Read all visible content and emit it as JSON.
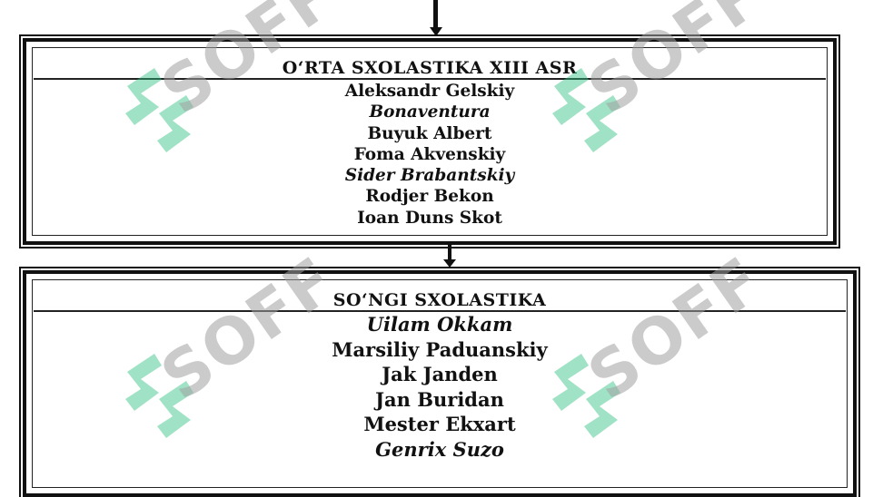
{
  "boxes": [
    {
      "title": "O‘RTA SXOLASTIKA XIII ASR",
      "names": [
        {
          "text": "Aleksandr Gelskiy",
          "italic": false
        },
        {
          "text": "Bonaventura",
          "italic": true
        },
        {
          "text": "Buyuk Albert",
          "italic": false
        },
        {
          "text": "Foma Akvenskiy",
          "italic": false
        },
        {
          "text": "Sider Brabantskiy",
          "italic": true
        },
        {
          "text": "Rodjer Bekon",
          "italic": false
        },
        {
          "text": "Ioan Duns Skot",
          "italic": false
        }
      ]
    },
    {
      "title": "SO‘NGI SXOLASTIKA",
      "names": [
        {
          "text": "Uilam Okkam",
          "italic": true
        },
        {
          "text": "Marsiliy Paduanskiy",
          "italic": false
        },
        {
          "text": "Jak Janden",
          "italic": false
        },
        {
          "text": "Jan Buridan",
          "italic": false
        },
        {
          "text": "Mester Ekxart",
          "italic": false
        },
        {
          "text": "Genrix Suzo",
          "italic": true
        }
      ]
    }
  ],
  "watermark": {
    "text": "SOFF",
    "icon": "soff-logo-icon",
    "color": "#2fbf7f"
  }
}
